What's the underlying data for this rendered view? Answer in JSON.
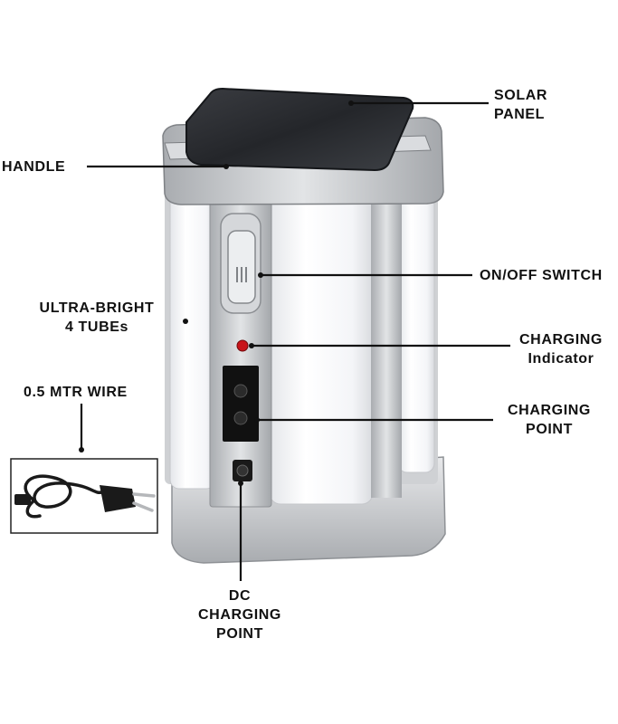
{
  "labels": {
    "solar_panel": [
      "SOLAR",
      "PANEL"
    ],
    "handle": "HANDLE",
    "on_off_switch": "ON/OFF SWITCH",
    "tubes": [
      "ULTRA-BRIGHT",
      "4 TUBEs"
    ],
    "charging_indicator": [
      "CHARGING",
      "Indicator"
    ],
    "wire": "0.5 MTR WIRE",
    "charging_point": [
      "CHARGING",
      "POINT"
    ],
    "dc_charging_point": [
      "DC",
      "CHARGING",
      "POINT"
    ]
  },
  "colors": {
    "label_text": "#111111",
    "leader_line": "#111111",
    "body_silver": "#c9cbce",
    "body_dark_silver": "#9ea1a5",
    "solar_panel": "#2a2c30",
    "tube_glow": "#f7f8fa",
    "indicator_led": "#c8141a",
    "socket": "#111111",
    "cable": "#1a1a1a"
  }
}
